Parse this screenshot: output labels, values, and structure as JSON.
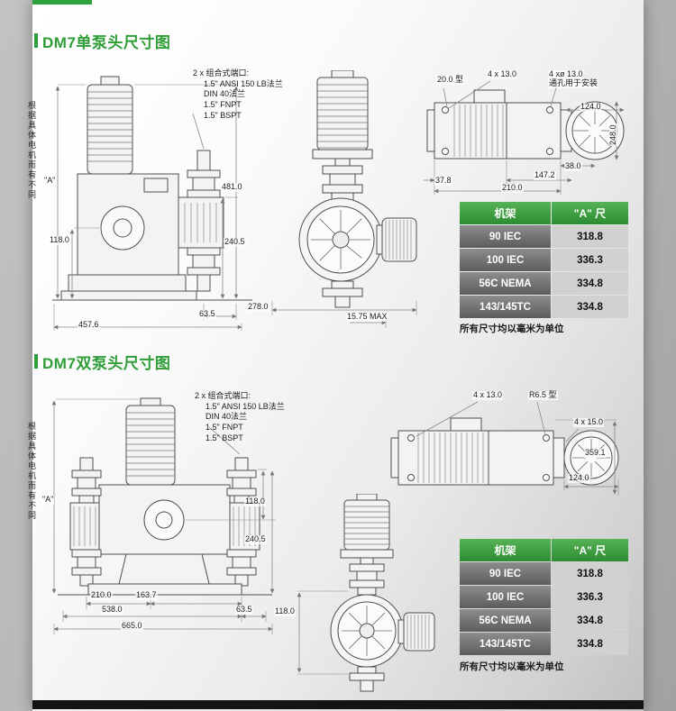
{
  "s1": {
    "title": "DM7单泵头尺寸图",
    "callout": [
      "2 x 组合式端口:",
      "1.5\" ANSI 150 LB法兰",
      "DIN 40法兰",
      "1.5\" FNPT",
      "1.5\" BSPT"
    ],
    "motor_note": "根据具体电机而有不同",
    "front": {
      "A": "\"A\"",
      "d118": "118.0",
      "d481": "481.0",
      "d240": "240.5",
      "d63": "63.5",
      "d457": "457.6"
    },
    "side": {
      "d278": "278.0",
      "dmax": "15.75 MAX"
    },
    "top": {
      "typ": "20.0 型",
      "holes": "4 x 13.0",
      "thru1": "4 xø 13.0",
      "thru2": "通孔用于安装",
      "d124": "124.0",
      "d248": "248.0",
      "d38": "38.0",
      "d147": "147.2",
      "d210": "210.0",
      "d37": "37.8"
    },
    "table": {
      "h1": "机架",
      "h2": "\"A\" 尺",
      "rows": [
        [
          "90 IEC",
          "318.8"
        ],
        [
          "100 IEC",
          "336.3"
        ],
        [
          "56C NEMA",
          "334.8"
        ],
        [
          "143/145TC",
          "334.8"
        ]
      ]
    },
    "units": "所有尺寸均以毫米为单位"
  },
  "s2": {
    "title": "DM7双泵头尺寸图",
    "callout": [
      "2 x 组合式端口:",
      "1.5\" ANSI 150 LB法兰",
      "DIN 40法兰",
      "1.5\" FNPT",
      "1.5\" BSPT"
    ],
    "motor_note": "根据具体电机而有不同",
    "front": {
      "A": "\"A\"",
      "d118": "118.0",
      "d240": "240.5",
      "d210": "210.0",
      "d163": "163.7",
      "d538": "538.0",
      "d63": "63.5",
      "d665": "665.0"
    },
    "side": {
      "d118": "118.0"
    },
    "top": {
      "holes13": "4 x 13.0",
      "r65": "R6.5 型",
      "holes15": "4 x 15.0",
      "d359": "359.1",
      "d124": "124.0"
    },
    "table": {
      "h1": "机架",
      "h2": "\"A\" 尺",
      "rows": [
        [
          "90 IEC",
          "318.8"
        ],
        [
          "100 IEC",
          "336.3"
        ],
        [
          "56C NEMA",
          "334.8"
        ],
        [
          "143/145TC",
          "334.8"
        ]
      ]
    },
    "units": "所有尺寸均以毫米为单位"
  }
}
